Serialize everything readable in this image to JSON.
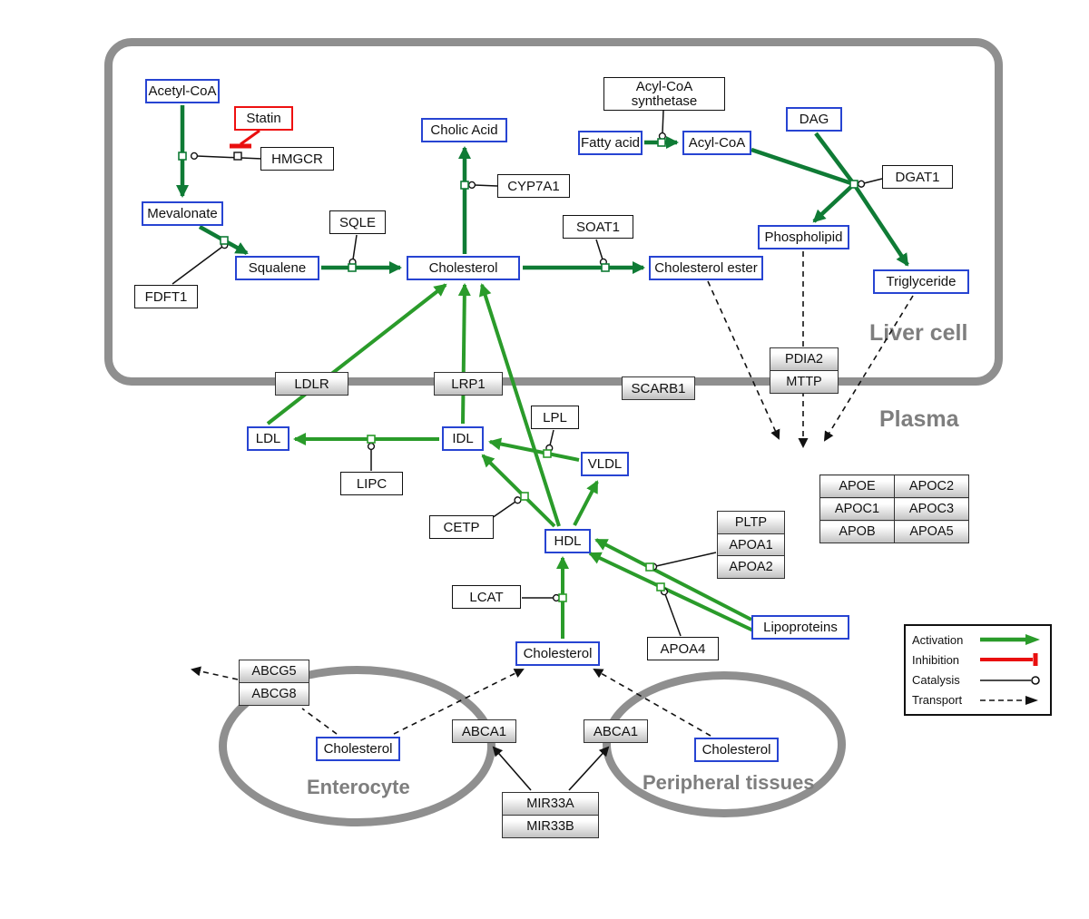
{
  "compartments": {
    "liver": "Liver cell",
    "plasma": "Plasma",
    "enterocyte": "Enterocyte",
    "peripheral": "Peripheral tissues"
  },
  "nodes": {
    "acetyl_coa": "Acetyl-CoA",
    "statin": "Statin",
    "hmgcr": "HMGCR",
    "mevalonate": "Mevalonate",
    "fdft1": "FDFT1",
    "squalene": "Squalene",
    "sqle": "SQLE",
    "cholic_acid": "Cholic Acid",
    "cyp7a1": "CYP7A1",
    "cholesterol_liver": "Cholesterol",
    "soat1": "SOAT1",
    "cholesterol_ester": "Cholesterol ester",
    "acyl_coa_synthetase_1": "Acyl-CoA",
    "acyl_coa_synthetase_2": "synthetase",
    "fatty_acid": "Fatty acid",
    "acyl_coa": "Acyl-CoA",
    "dag": "DAG",
    "dgat1": "DGAT1",
    "phospholipid": "Phospholipid",
    "triglyceride": "Triglyceride",
    "ldlr": "LDLR",
    "lrp1": "LRP1",
    "scarb1": "SCARB1",
    "pdia2": "PDIA2",
    "mttp": "MTTP",
    "ldl": "LDL",
    "idl": "IDL",
    "lipc": "LIPC",
    "lpl": "LPL",
    "vldl": "VLDL",
    "cetp": "CETP",
    "hdl": "HDL",
    "pltp": "PLTP",
    "apoa1": "APOA1",
    "apoa2": "APOA2",
    "lcat": "LCAT",
    "apoa4": "APOA4",
    "lipoproteins": "Lipoproteins",
    "cholesterol_plasma": "Cholesterol",
    "abcg5": "ABCG5",
    "abcg8": "ABCG8",
    "cholesterol_enterocyte": "Cholesterol",
    "abca1_left": "ABCA1",
    "abca1_right": "ABCA1",
    "cholesterol_peripheral": "Cholesterol",
    "mir33a": "MIR33A",
    "mir33b": "MIR33B"
  },
  "apo_table": [
    [
      "APOE",
      "APOC2"
    ],
    [
      "APOC1",
      "APOC3"
    ],
    [
      "APOB",
      "APOA5"
    ]
  ],
  "legend": {
    "activation": "Activation",
    "inhibition": "Inhibition",
    "catalysis": "Catalysis",
    "transport": "Transport"
  },
  "colors": {
    "metabolite_border": "#2744d2",
    "inhibitor_border": "#ee1010",
    "activation_green": "#2a9b2a",
    "activation_green_dark": "#0f7b35",
    "inhibition_red": "#e90f0f",
    "compartment_gray": "#8f8f8f",
    "label_gray": "#7e7e7e"
  }
}
